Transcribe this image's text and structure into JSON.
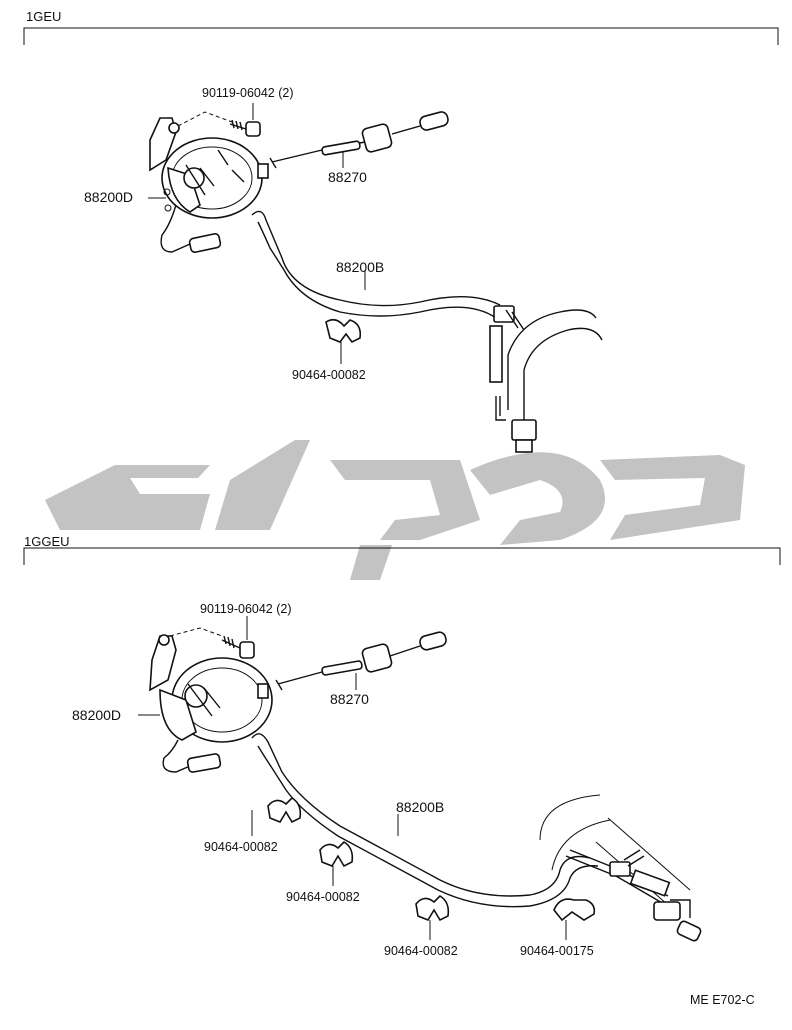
{
  "sections": [
    {
      "title": "1GEU",
      "labels": {
        "bolt": "90119-06042 (2)",
        "actuator": "88200D",
        "cable": "88270",
        "hose": "88200B",
        "clamp1": "90464-00082"
      }
    },
    {
      "title": "1GGEU",
      "labels": {
        "bolt": "90119-06042 (2)",
        "actuator": "88200D",
        "cable": "88270",
        "hose": "88200B",
        "clamp1": "90464-00082",
        "clamp2": "90464-00082",
        "clamp3": "90464-00082",
        "clamp4": "90464-00175"
      }
    }
  ],
  "footer_code": "ME E702-C",
  "colors": {
    "ink": "#111111",
    "watermark": "#b9b9b9"
  }
}
